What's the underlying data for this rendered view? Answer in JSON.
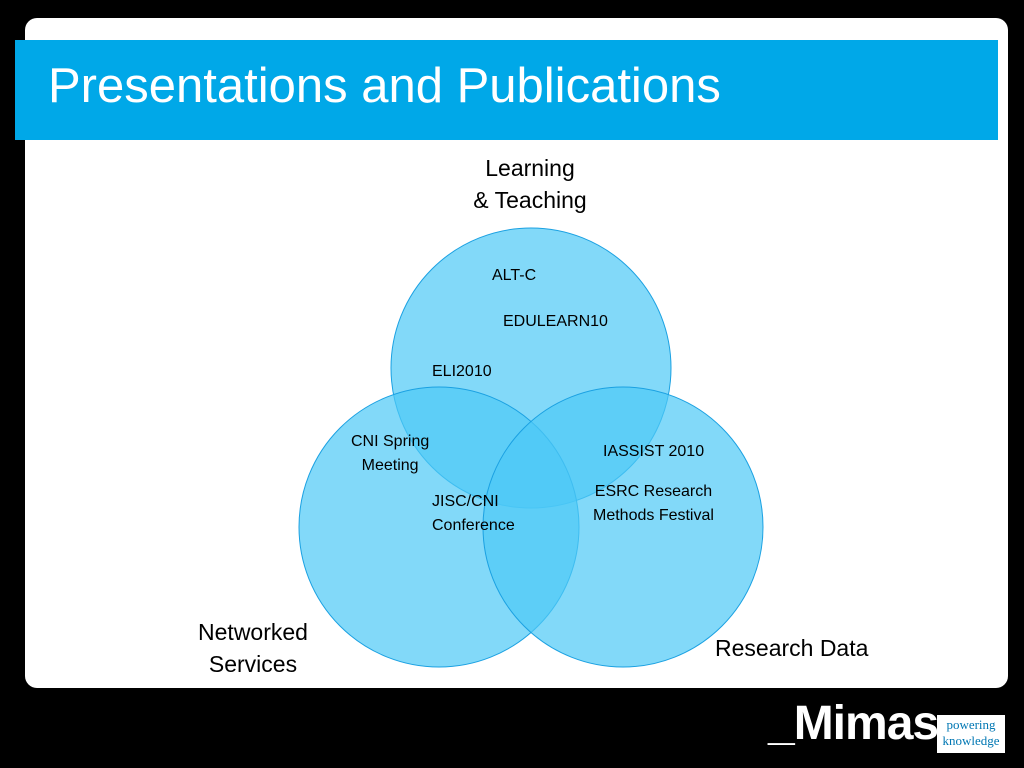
{
  "slide": {
    "title": "Presentations and Publications",
    "colors": {
      "title_bar": "#00a8e8",
      "circle_fill": "#4dc9f6",
      "circle_stroke": "#1ba1e2",
      "background": "#000000"
    }
  },
  "diagram": {
    "sets": [
      {
        "label": "Learning\n& Teaching"
      },
      {
        "label": "Networked\nServices"
      },
      {
        "label": "Research Data"
      }
    ],
    "items": {
      "alt_c": "ALT-C",
      "edulearn": "EDULEARN10",
      "eli": "ELI2010",
      "cni_spring": "CNI Spring\nMeeting",
      "jisc_cni": "JISC/CNI\nConference",
      "iassist": "IASSIST 2010",
      "esrc": "ESRC Research\nMethods Festival"
    }
  },
  "footer": {
    "brand": "_Mimas",
    "tagline_line1": "powering",
    "tagline_line2": "knowledge"
  }
}
